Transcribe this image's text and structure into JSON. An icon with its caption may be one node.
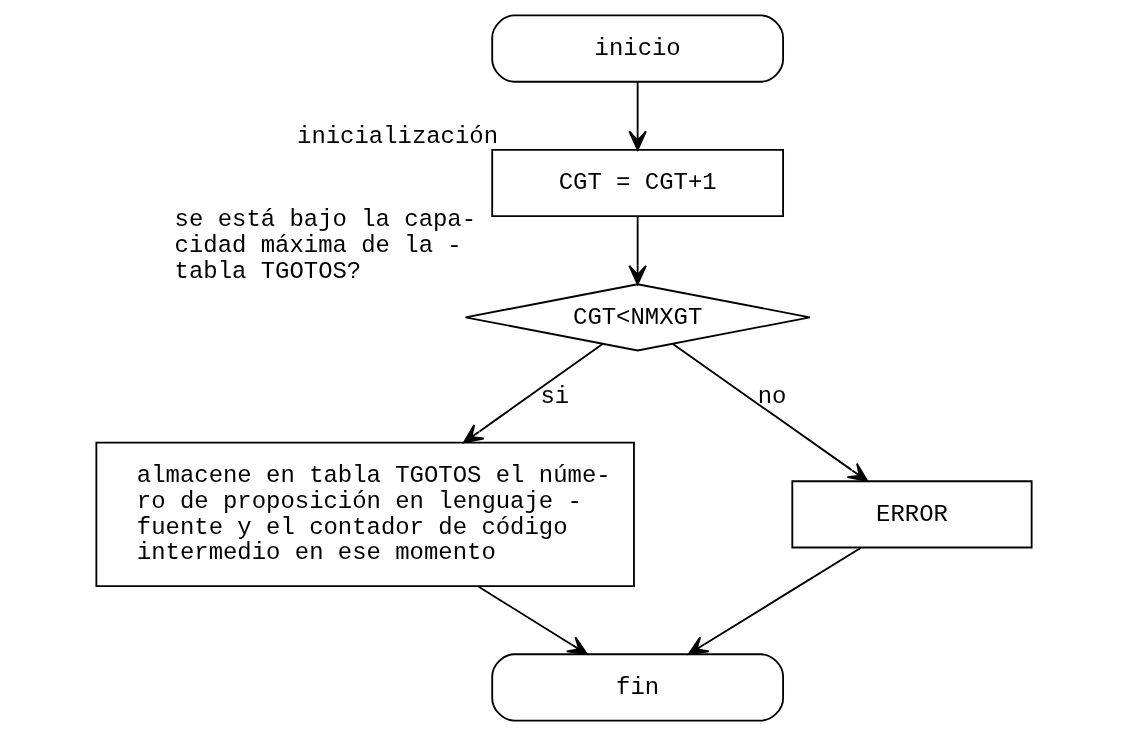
{
  "diagram": {
    "nodes": [
      {
        "text": [
          "inicio"
        ]
      },
      {
        "text": [
          "CGT = CGT+1"
        ],
        "beside": [
          "inicialización"
        ]
      },
      {
        "text": [
          "CGT<NMXGT"
        ],
        "beside": [
          "se está bajo la capa- cidad máxima de la - tabla TGOTOS?"
        ]
      },
      {
        "text": [
          "ERROR"
        ]
      },
      {
        "text": [
          "almacene en tabla TGOTOS el núme- ro de proposición en lenguaje - fuente y el contador de código intermedio en ese momento"
        ]
      },
      {
        "text": [
          "fin"
        ]
      }
    ],
    "edges": [
      {
        "from": 0,
        "to": 1,
        "arrow": "to"
      },
      {
        "from": 1,
        "to": 2,
        "arrow": "to"
      },
      {
        "from": 2,
        "to": 3,
        "arrow": "to",
        "label": "no"
      },
      {
        "from": 2,
        "to": 4,
        "arrow": "to",
        "label": "si"
      },
      {
        "from": 4,
        "to": 5,
        "arrow": "to"
      },
      {
        "from": 3,
        "to": 5,
        "arrow": "to"
      }
    ]
  }
}
